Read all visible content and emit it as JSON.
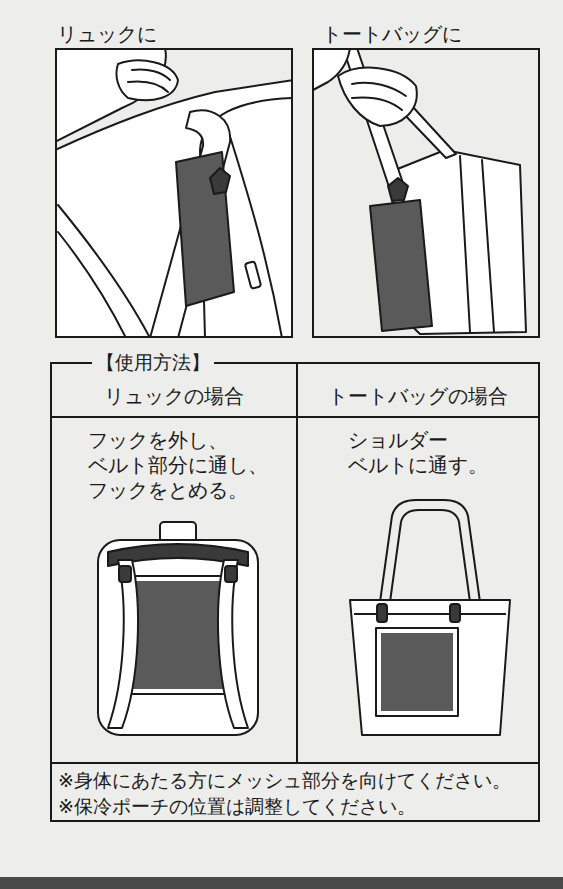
{
  "diagram": {
    "nodes": [
      {
        "text": [
          "リュックに"
        ]
      },
      {
        "text": [
          "トートバッグに"
        ]
      },
      {
        "text": [
          "【使用方法】"
        ]
      },
      {
        "text": [
          "リュックの場合"
        ],
        "in": 2
      },
      {
        "text": [
          "トートバッグの場合"
        ],
        "in": 2
      },
      {
        "text": [
          "フックを外し、 ベルト部分に通し、 フックをとめる。"
        ],
        "in": 2
      },
      {
        "text": [
          "ショルダー ベルトに通す。"
        ],
        "in": 2
      },
      {
        "text": [
          "※身体にあたる方にメッシュ部分を向けてください。",
          "※保冷ポーチの位置は調整してください。"
        ],
        "in": 2
      }
    ]
  }
}
